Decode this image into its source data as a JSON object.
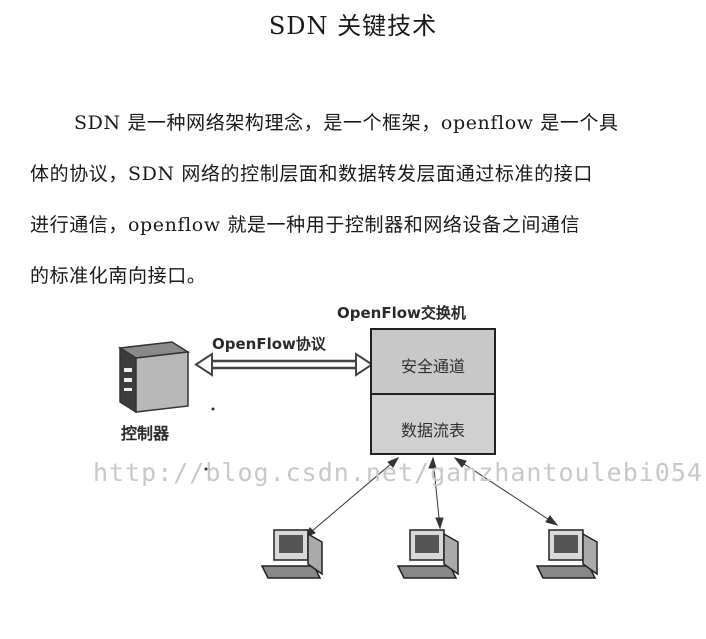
{
  "title": "SDN 关键技术",
  "paragraph": [
    "SDN 是一种网络架构理念，是一个框架，openflow 是一个具",
    "体的协议，SDN 网络的控制层面和数据转发层面通过标准的接口",
    "进行通信，openflow 就是一种用于控制器和网络设备之间通信",
    "的标准化南向接口。"
  ],
  "diagram": {
    "switch_title": "OpenFlow交换机",
    "protocol_label": "OpenFlow协议",
    "secure_channel": "安全通道",
    "flow_table": "数据流表",
    "controller_label": "控制器",
    "watermark": "http://blog.csdn.net/ganzhantoulebi054"
  }
}
